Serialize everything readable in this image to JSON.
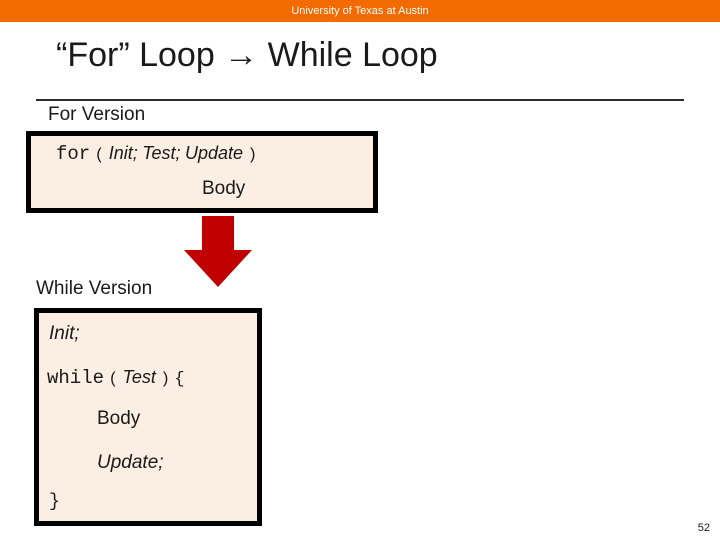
{
  "header": {
    "university": "University of Texas at Austin",
    "band_color": "#f26a00"
  },
  "slide": {
    "title": "“For” Loop → While Loop",
    "page_number": "52"
  },
  "for_section": {
    "label": "For Version",
    "keyword": "for",
    "open_paren": "(",
    "init": "Init;",
    "test": "Test;",
    "update": "Update",
    "close_paren": ")",
    "body": "Body"
  },
  "while_section": {
    "label": "While Version",
    "init": "Init;",
    "keyword": "while",
    "open_paren": "(",
    "test": "Test",
    "close_paren": ")",
    "open_brace": "{",
    "body": "Body",
    "update": "Update;",
    "close_brace": "}"
  },
  "arrow": {
    "name": "down-arrow",
    "color": "#c00000"
  },
  "colors": {
    "box_fill": "#fbeee3",
    "box_border": "#000000",
    "accent": "#f26a00"
  }
}
